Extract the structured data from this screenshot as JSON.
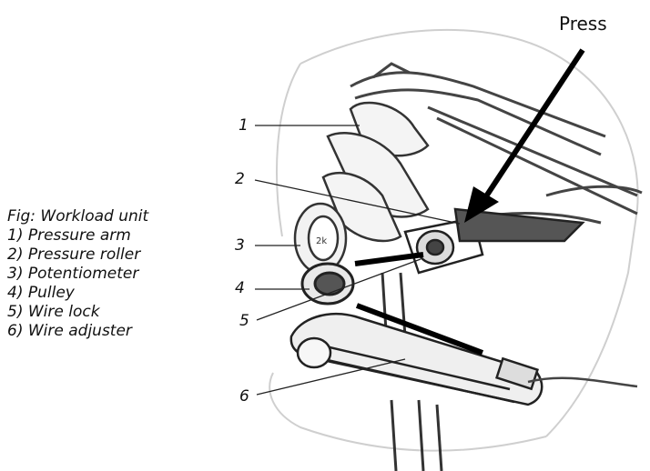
{
  "caption": {
    "title": "Fig: Workload unit",
    "items": [
      "1) Pressure arm",
      "2) Pressure roller",
      "3) Potentiometer",
      "4) Pulley",
      "5) Wire lock",
      "6) Wire adjuster"
    ]
  },
  "press_label": "Press",
  "callouts": [
    "1",
    "2",
    "3",
    "4",
    "5",
    "6"
  ]
}
